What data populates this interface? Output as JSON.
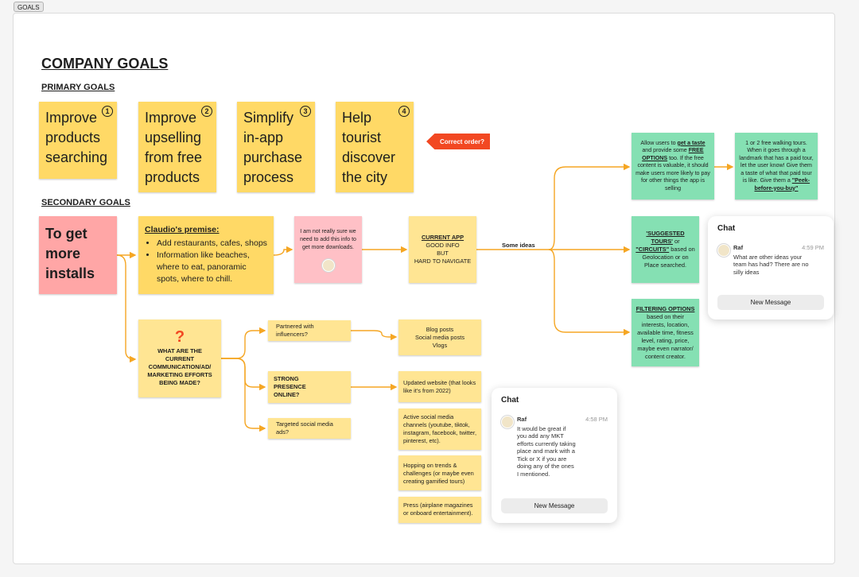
{
  "frame": {
    "label": "GOALS"
  },
  "headings": {
    "company": "COMPANY GOALS",
    "primary": "PRIMARY GOALS",
    "secondary": "SECONDARY GOALS"
  },
  "primary_goals": [
    {
      "text": "Improve products searching",
      "number": "1"
    },
    {
      "text": "Improve upselling from free products",
      "number": "2"
    },
    {
      "text": "Simplify in-app purchase process",
      "number": "3"
    },
    {
      "text": "Help tourist discover the city",
      "number": "4"
    }
  ],
  "callout": {
    "text": "Correct order?"
  },
  "secondary": {
    "main": "To get more installs",
    "premise": {
      "title": "Claudio's premise:",
      "bullets": [
        "Add restaurants, cafes, shops",
        "Information like beaches, where to eat, panoramic spots, where to chill."
      ]
    },
    "note": "I am not really sure we need to add this info to get more downloads.",
    "current_app": {
      "title": "CURRENT APP",
      "line1": "GOOD INFO",
      "line2": "BUT",
      "line3": "HARD TO NAVIGATE"
    },
    "edge_label": "Some ideas",
    "question": {
      "mark": "?",
      "text": "WHAT ARE THE CURRENT COMMUNICATION/AD/ MARKETING EFFORTS BEING MADE?"
    },
    "influencers": "Partnered with influencers?",
    "presence": "STRONG PRESENCE ONLINE?",
    "ads": "Targeted social media ads?",
    "blog": {
      "l1": "Blog posts",
      "l2": "Social media posts",
      "l3": "Vlogs"
    },
    "website": "Updated website (that looks like it's from 2022)",
    "channels": "Active social media channels (youtube, tiktok, instagram, facebook, twitter, pinterest, etc).",
    "trends": "Hopping on trends & challenges (or maybe even creating gamified tours)",
    "press": "Press (airplane magazines or onboard entertainment)."
  },
  "ideas": {
    "taste": {
      "p1": "Allow users to ",
      "k1": "get a taste",
      "p2": " and provide some ",
      "k2": "FREE OPTIONS",
      "p3": " too. If the free content is valuable, it should make users more likely to pay for other things the app is selling"
    },
    "tours": {
      "p1": "1 or 2 free walking tours. When it goes through a landmark that has a paid tour, let the user know! Give them a taste of what that paid tour is like. Give them a ",
      "k1": "\"Peek-before-you-buy\""
    },
    "suggested": {
      "k1": "'SUGGESTED TOURS'",
      "p1": " or ",
      "k2": "\"CIRCUITS\"",
      "p2": " based on Geolocation or on Place searched."
    },
    "filtering": {
      "k1": "FILTERING OPTIONS",
      "p1": " based on their interests, location, available time, fitness level, rating, price, maybe even narrator/ content creator."
    }
  },
  "chats": [
    {
      "title": "Chat",
      "name": "Raf",
      "time": "4:59 PM",
      "message": "What are other ideas your team has had? There are no silly ideas",
      "button": "New Message"
    },
    {
      "title": "Chat",
      "name": "Raf",
      "time": "4:58 PM",
      "message": "It would be great if you add any MKT efforts currently taking place and mark with a Tick or X if you are doing any of the ones I mentioned.",
      "button": "New Message"
    }
  ],
  "colors": {
    "sticky_yellow": "#ffd966",
    "sticky_light_yellow": "#ffe593",
    "sticky_pink": "#ffa6a6",
    "sticky_light_pink": "#ffc0c6",
    "sticky_green": "#85e0b3",
    "connector": "#f5a623",
    "callout_red": "#f24822"
  }
}
